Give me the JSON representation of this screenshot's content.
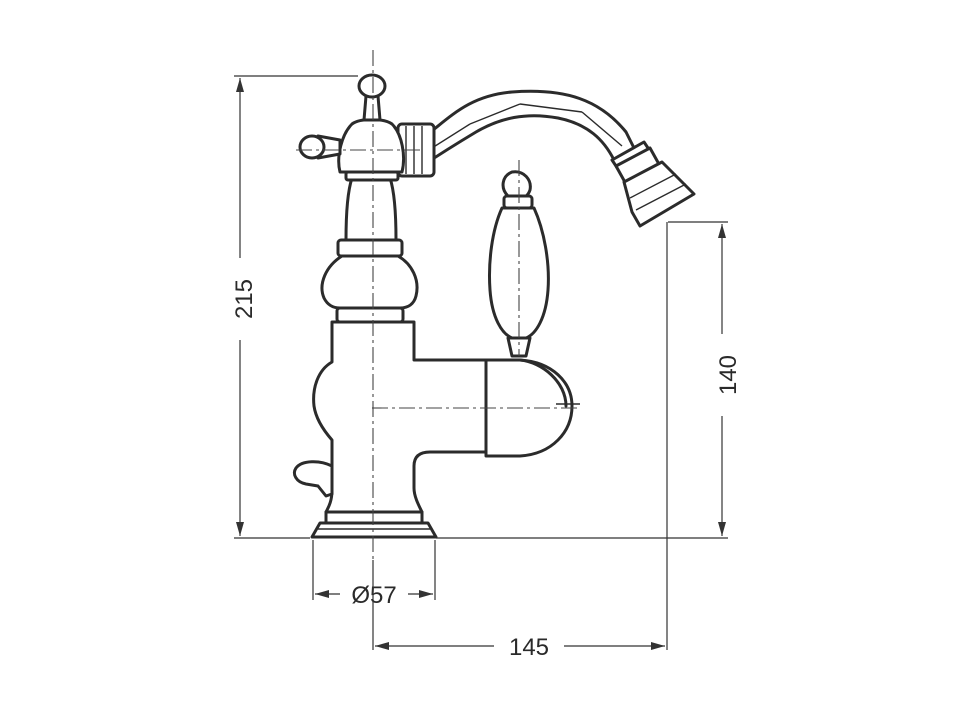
{
  "dimensions": {
    "total_height": "215",
    "spout_height": "140",
    "base_diameter": "Ø57",
    "spout_reach": "145"
  }
}
